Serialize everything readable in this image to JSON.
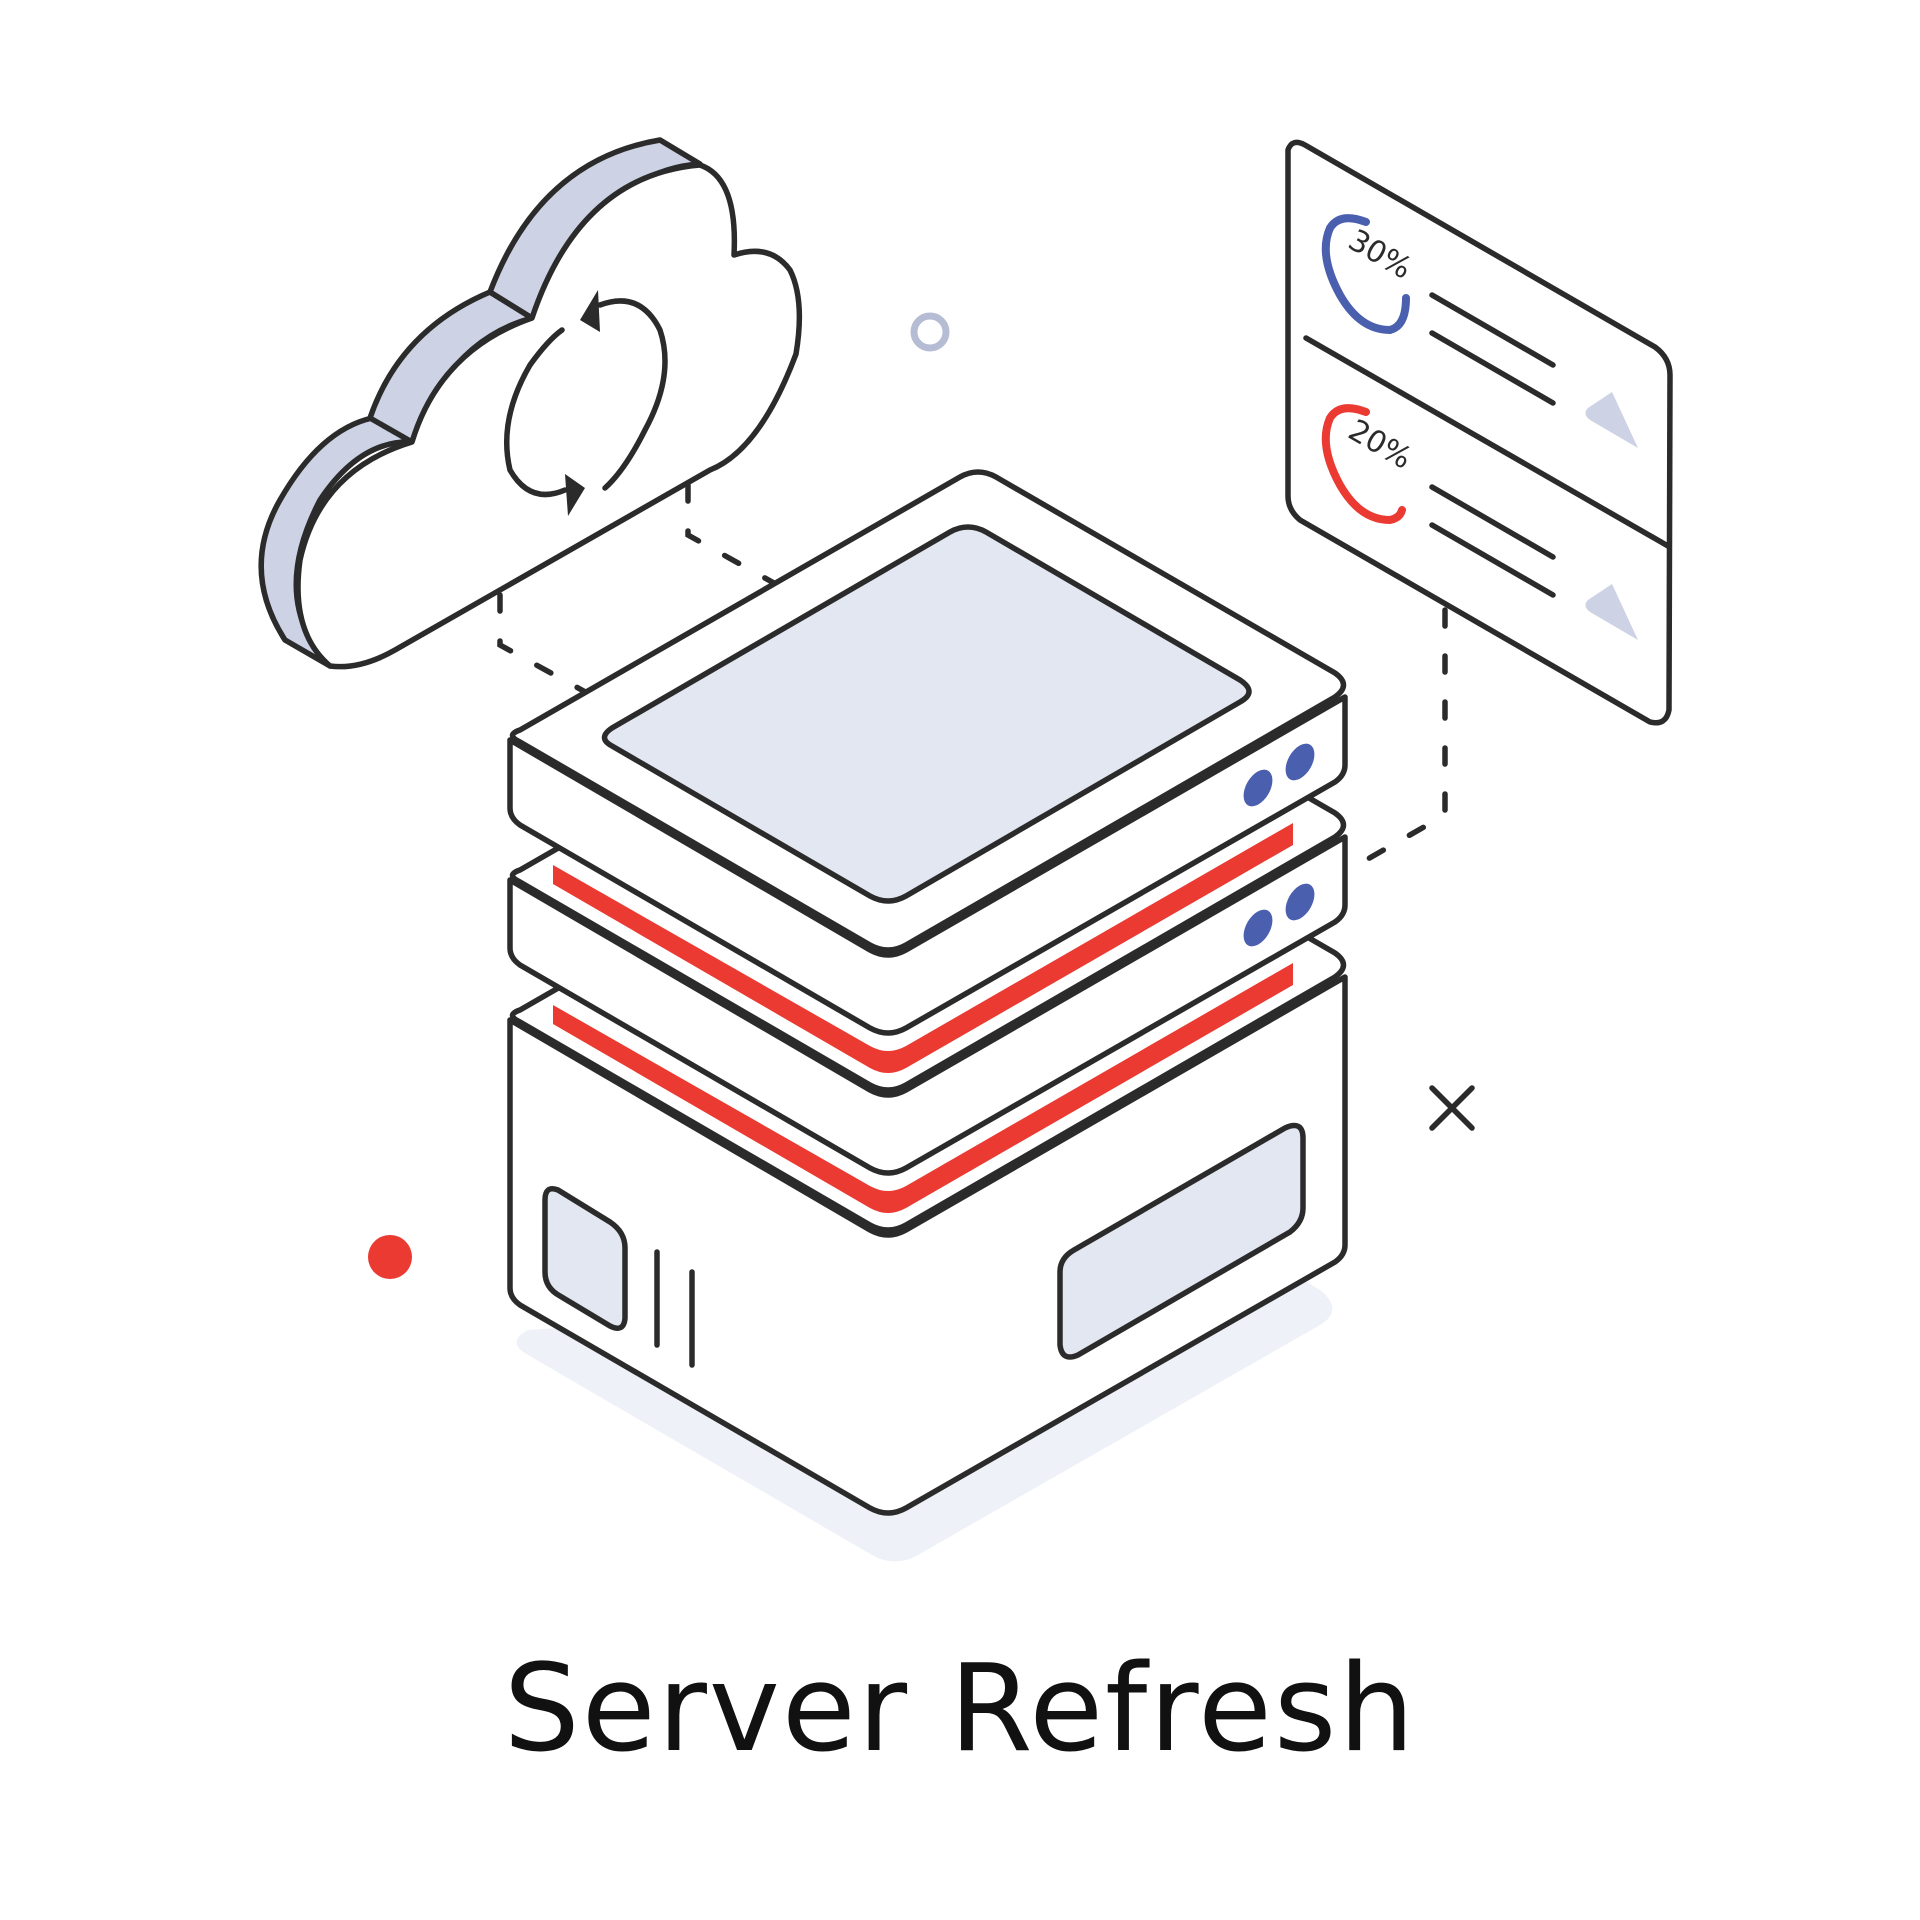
{
  "caption": "Server Refresh",
  "panel": {
    "rows": [
      {
        "percent_label": "30%",
        "color": "#4a5fae"
      },
      {
        "percent_label": "20%",
        "color": "#ea3a32"
      }
    ]
  },
  "icons": [
    "cloud-sync-icon",
    "server-stack-icon",
    "stats-panel-icon",
    "close-x-icon"
  ],
  "colors": {
    "outline": "#2b2b2b",
    "accent_red": "#ea3a32",
    "accent_blue": "#4a5fae",
    "fill_pale": "#e3e7f2",
    "fill_lavender": "#cdd2e4",
    "shadow": "#eef1f8"
  }
}
